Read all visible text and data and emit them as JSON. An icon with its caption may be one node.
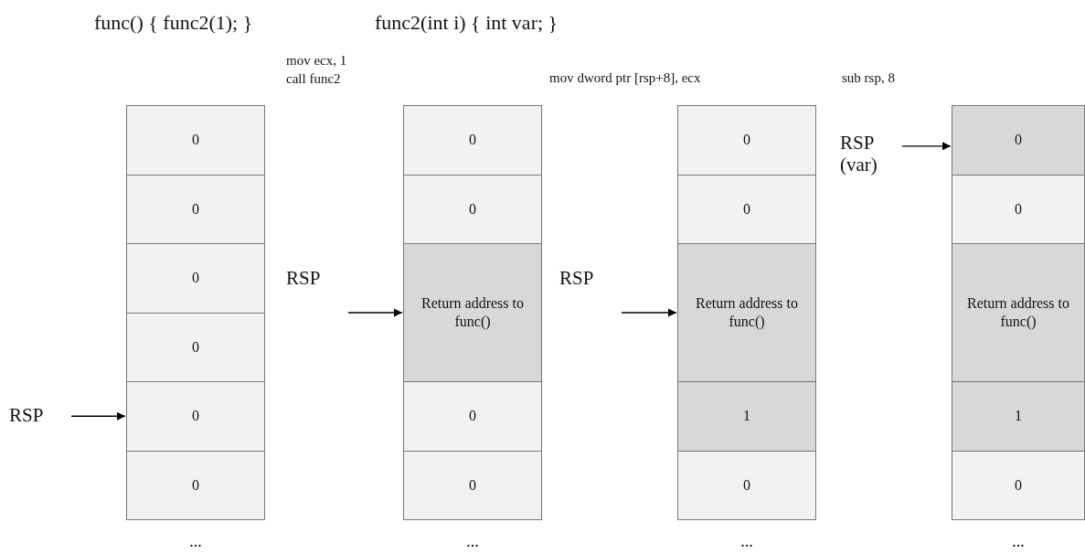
{
  "diagram": {
    "nodes": [
      {
        "text": [
          "RSP"
        ]
      },
      {
        "text": [
          "0"
        ]
      },
      {
        "text": [
          "0"
        ]
      },
      {
        "text": [
          "0"
        ]
      },
      {
        "text": [
          "0"
        ]
      },
      {
        "text": [
          "0"
        ]
      },
      {
        "text": [
          "0"
        ]
      },
      {
        "text": [
          "RSP"
        ]
      },
      {
        "text": [
          "0"
        ]
      },
      {
        "text": [
          "0"
        ]
      },
      {
        "text": [
          "Return address to func()"
        ]
      },
      {
        "text": [
          "0"
        ]
      },
      {
        "text": [
          "0"
        ]
      },
      {
        "text": [
          "RSP"
        ]
      },
      {
        "text": [
          "0"
        ]
      },
      {
        "text": [
          "0"
        ]
      },
      {
        "text": [
          "Return address to func()"
        ]
      },
      {
        "text": [
          "1"
        ]
      },
      {
        "text": [
          "0"
        ]
      },
      {
        "text": [
          "RSP (var)"
        ]
      },
      {
        "text": [
          "0"
        ]
      },
      {
        "text": [
          "0"
        ]
      },
      {
        "text": [
          "Return address to func()"
        ]
      },
      {
        "text": [
          "1"
        ]
      },
      {
        "text": [
          "0"
        ]
      }
    ],
    "edges": [
      {
        "from": 0,
        "to": 5,
        "arrow": "to"
      },
      {
        "from": 7,
        "to": 10,
        "arrow": "to"
      },
      {
        "from": 13,
        "to": 16,
        "arrow": "to"
      },
      {
        "from": 19,
        "to": 20,
        "arrow": "to"
      }
    ],
    "labels": [
      "func() { func2(1); }",
      "func2(int i) { int var; }",
      "mov ecx, 1",
      "call func2",
      "mov dword ptr [rsp+8], ecx",
      "sub rsp, 8",
      "...",
      "...",
      "...",
      "..."
    ]
  }
}
